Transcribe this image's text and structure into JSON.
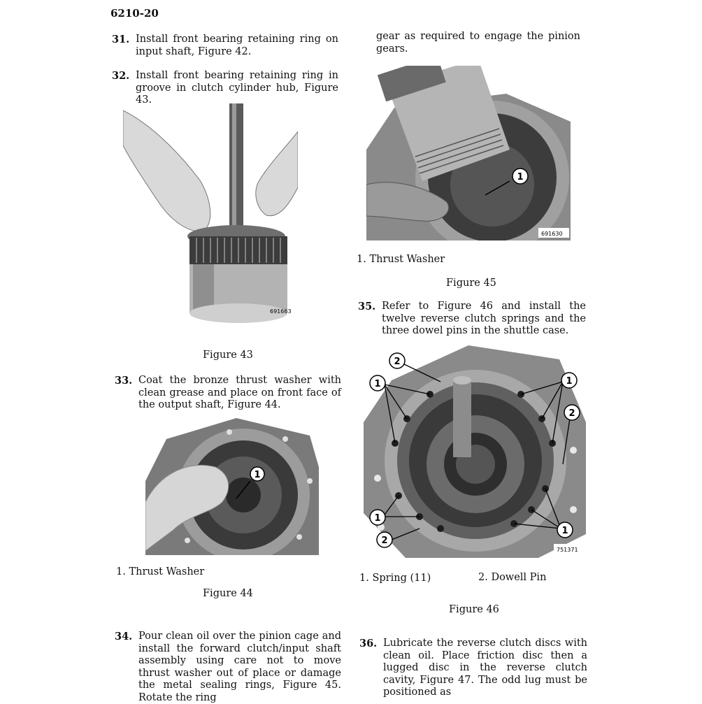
{
  "page_number": "6210-20",
  "steps": {
    "s31": {
      "num": "31.",
      "text": "Install front bearing retaining ring on input shaft, Figure 42."
    },
    "s32": {
      "num": "32.",
      "text": "Install front bearing retaining ring in groove in clutch cylinder hub, Figure 43."
    },
    "s33": {
      "num": "33.",
      "text": "Coat the bronze thrust washer with clean grease and place on front face of the output shaft, Figure 44."
    },
    "s34": {
      "num": "34.",
      "text": "Pour clean oil over the pinion cage and install the forward clutch/input shaft assembly using care not to move thrust washer out of place or damage the metal sealing rings, Figure 45. Rotate the ring"
    },
    "s34_cont": "gear as required to engage the pinion gears.",
    "s35": {
      "num": "35.",
      "text": "Refer to Figure 46 and install the twelve reverse clutch springs and the three dowel pins in the shuttle case."
    },
    "s36": {
      "num": "36.",
      "text": "Lubricate the reverse clutch discs with clean oil. Place friction disc then a lugged disc in the reverse clutch cavity, Figure 47. The odd lug must be positioned as"
    }
  },
  "figures": {
    "fig43": {
      "title": "Figure 43",
      "code": "691663"
    },
    "fig44": {
      "title": "Figure 44",
      "caption": "1. Thrust Washer",
      "callout": "1"
    },
    "fig45": {
      "title": "Figure 45",
      "caption": "1. Thrust Washer",
      "code": "691630",
      "callout": "1"
    },
    "fig46": {
      "title": "Figure 46",
      "caption1": "1. Spring (11)",
      "caption2": "2. Dowell Pin",
      "code": "751371",
      "callout1": "1",
      "callout2": "2"
    }
  }
}
